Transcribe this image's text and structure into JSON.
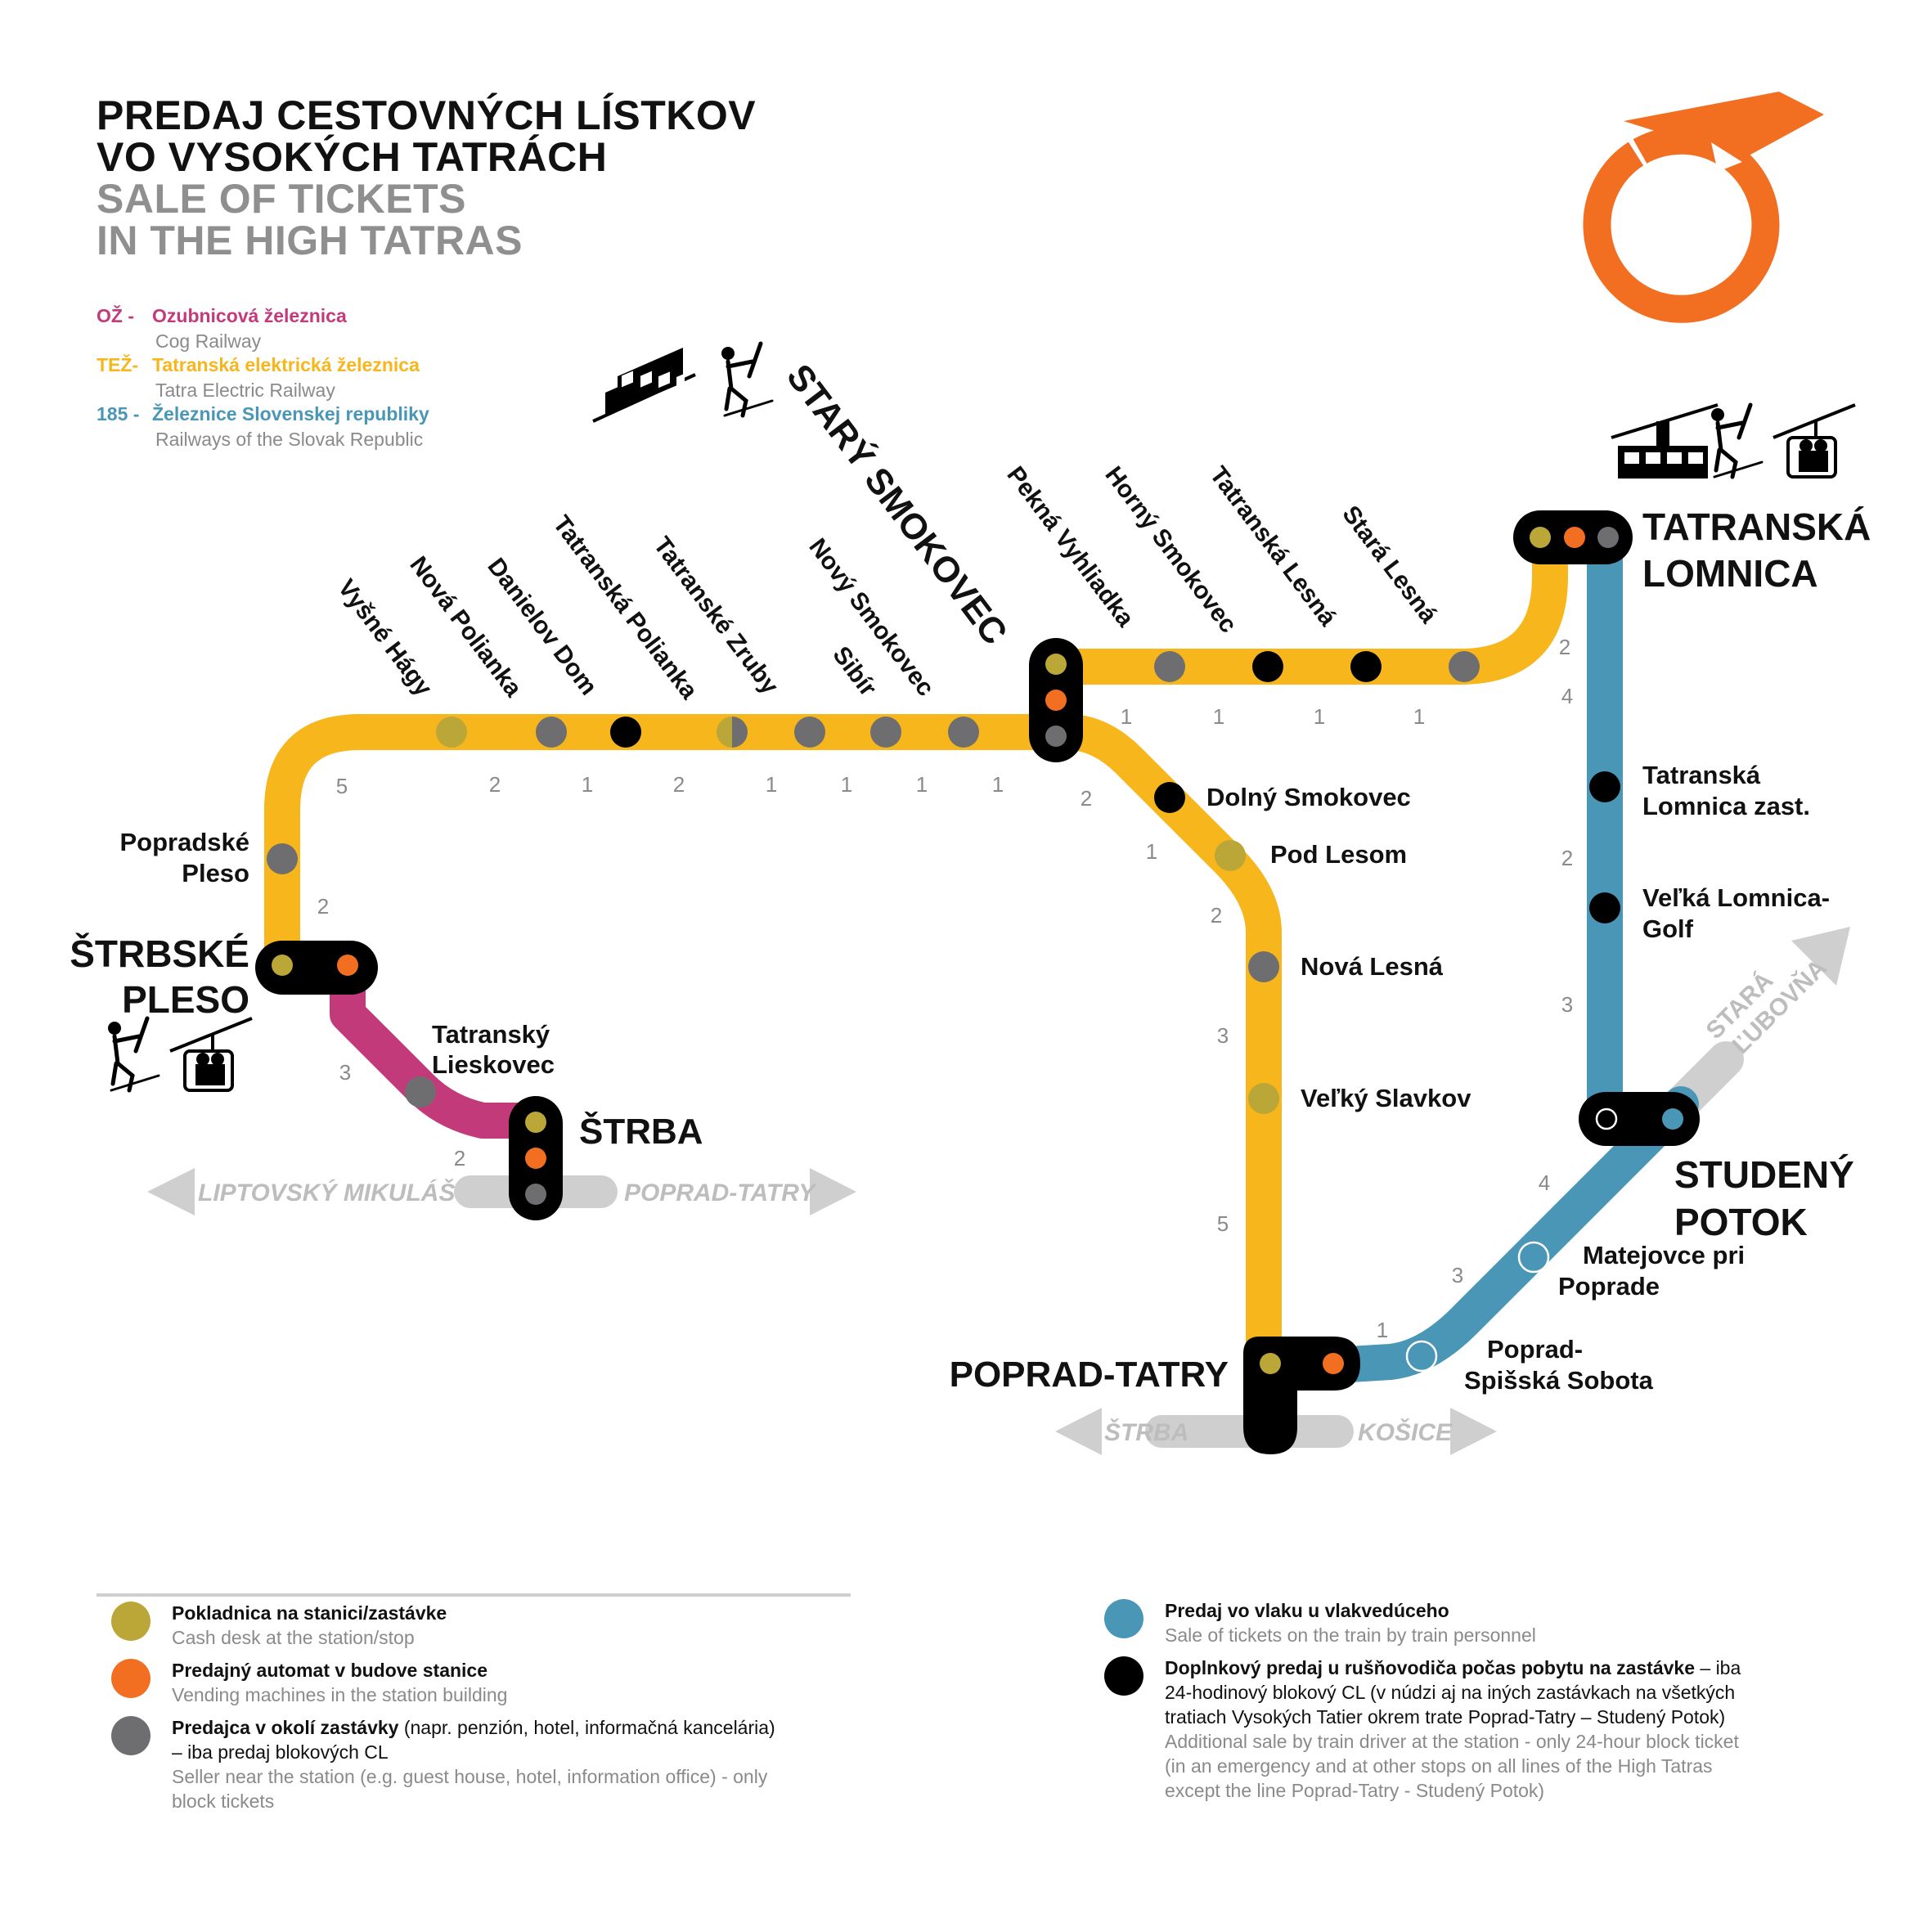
{
  "title": {
    "sk_line1": "PREDAJ CESTOVNÝCH LÍSTKOV",
    "sk_line2": "VO VYSOKÝCH TATRÁCH",
    "en_line1": "SALE OF TICKETS",
    "en_line2": "IN THE HIGH TATRAS"
  },
  "lines_legend": [
    {
      "code": "OŽ -",
      "name": "Ozubnicová železnica",
      "en": "Cog Railway",
      "color": "#c23a7a"
    },
    {
      "code": "TEŽ-",
      "name": "Tatranská elektrická železnica",
      "en": "Tatra Electric Railway",
      "color": "#f6b61c"
    },
    {
      "code": "185 -",
      "name": "Železnice Slovenskej republiky",
      "en": "Railways of the Slovak Republic",
      "color": "#4a96b6"
    }
  ],
  "colors": {
    "cog": "#c23a7a",
    "tez": "#f6b61c",
    "zssr": "#4a96b6",
    "cash": "#bba638",
    "vending": "#f26f21",
    "seller": "#6e6e70",
    "driver": "#000000",
    "station_box": "#000000",
    "arrow": "#cfcfcf",
    "logo": "#f26f21"
  },
  "major_stations": {
    "stary_smokovec": "STARÝ SMOKOVEC",
    "tatranska_lomnica_1": "TATRANSKÁ",
    "tatranska_lomnica_2": "LOMNICA",
    "strbske_pleso_1": "ŠTRBSKÉ",
    "strbske_pleso_2": "PLESO",
    "strba": "ŠTRBA",
    "poprad_tatry": "POPRAD-TATRY",
    "studeny_potok_1": "STUDENÝ",
    "studeny_potok_2": "POTOK"
  },
  "stops": {
    "vysne_hagy": "Vyšné Hágy",
    "nova_polianka": "Nová Polianka",
    "danielov_dom": "Danielov Dom",
    "tatranska_polianka": "Tatranská Polianka",
    "tatranske_zruby": "Tatranské Zruby",
    "sibir": "Sibír",
    "novy_smokovec": "Nový Smokovec",
    "pekna_vyhliadka": "Pekná Vyhliadka",
    "horny_smokovec": "Horný Smokovec",
    "tatranska_lesna": "Tatranská Lesná",
    "stara_lesna": "Stará Lesná",
    "popradske_pleso_1": "Popradské",
    "popradske_pleso_2": "Pleso",
    "tatransky_lieskovec_1": "Tatranský",
    "tatransky_lieskovec_2": "Lieskovec",
    "dolny_smokovec": "Dolný Smokovec",
    "pod_lesom": "Pod Lesom",
    "nova_lesna": "Nová Lesná",
    "velky_slavkov": "Veľký Slavkov",
    "tl_zast_1": "Tatranská",
    "tl_zast_2": "Lomnica zast.",
    "velka_lomnica_1": "Veľká Lomnica-",
    "velka_lomnica_2": "Golf",
    "matejovce_1": "Matejovce pri",
    "matejovce_2": "Poprade",
    "spisska_sobota_1": "Poprad-",
    "spisska_sobota_2": "Spišská Sobota"
  },
  "directions": {
    "liptovsky_mikulas": "LIPTOVSKÝ MIKULÁŠ",
    "poprad_tatry": "POPRAD-TATRY",
    "strba": "ŠTRBA",
    "kosice": "KOŠICE",
    "stara_lubovna_1": "STARÁ",
    "stara_lubovna_2": "ĽUBOVŇA"
  },
  "travel_times": {
    "t01": "5",
    "t02": "2",
    "t03": "1",
    "t04": "2",
    "t05": "1",
    "t06": "1",
    "t07": "1",
    "t08": "1",
    "t09": "1",
    "t10": "1",
    "t11": "1",
    "t12": "1",
    "t13": "2",
    "t14": "4",
    "t15": "2",
    "t16": "3",
    "t17": "2",
    "t18": "3",
    "t19": "2",
    "t20": "2",
    "t21": "1",
    "t22": "2",
    "t23": "3",
    "t24": "5",
    "t25": "1",
    "t26": "3",
    "t27": "4"
  },
  "key": [
    {
      "sk": "Pokladnica na stanici/zastávke",
      "sk_extra": "",
      "sk_line2": "",
      "en": "Cash desk at the station/stop",
      "en_line2": "",
      "en_line3": "",
      "color": "#bba638"
    },
    {
      "sk": "Predajný automat v budove stanice",
      "sk_extra": "",
      "sk_line2": "",
      "en": "Vending machines in the station building",
      "en_line2": "",
      "en_line3": "",
      "color": "#f26f21"
    },
    {
      "sk": "Predajca v okolí zastávky",
      "sk_extra": " (napr. penzión, hotel, informačná kancelária)",
      "sk_line2": "– iba predaj blokových CL",
      "en": "Seller near the station (e.g. guest house, hotel, information office) - only",
      "en_line2": "block tickets",
      "en_line3": "",
      "color": "#6e6e70"
    },
    {
      "sk": "Predaj vo vlaku u vlakvedúceho",
      "sk_extra": "",
      "sk_line2": "",
      "en": "Sale of tickets on the train by train personnel",
      "en_line2": "",
      "en_line3": "",
      "color": "#4a96b6"
    },
    {
      "sk": "Doplnkový predaj u rušňovodiča počas pobytu na zastávke",
      "sk_extra": " – iba",
      "sk_line2": "24-hodinový blokový CL (v núdzi aj na iných zastávkach na všetkých",
      "sk_line3": "tratiach Vysokých Tatier okrem trate Poprad-Tatry – Studený Potok)",
      "en": "Additional sale by train driver at the station - only 24-hour block ticket",
      "en_line2": "(in an emergency and at other stops on all lines of the High Tatras",
      "en_line3": "except the line Poprad-Tatry - Studený Potok)",
      "color": "#000000"
    }
  ]
}
